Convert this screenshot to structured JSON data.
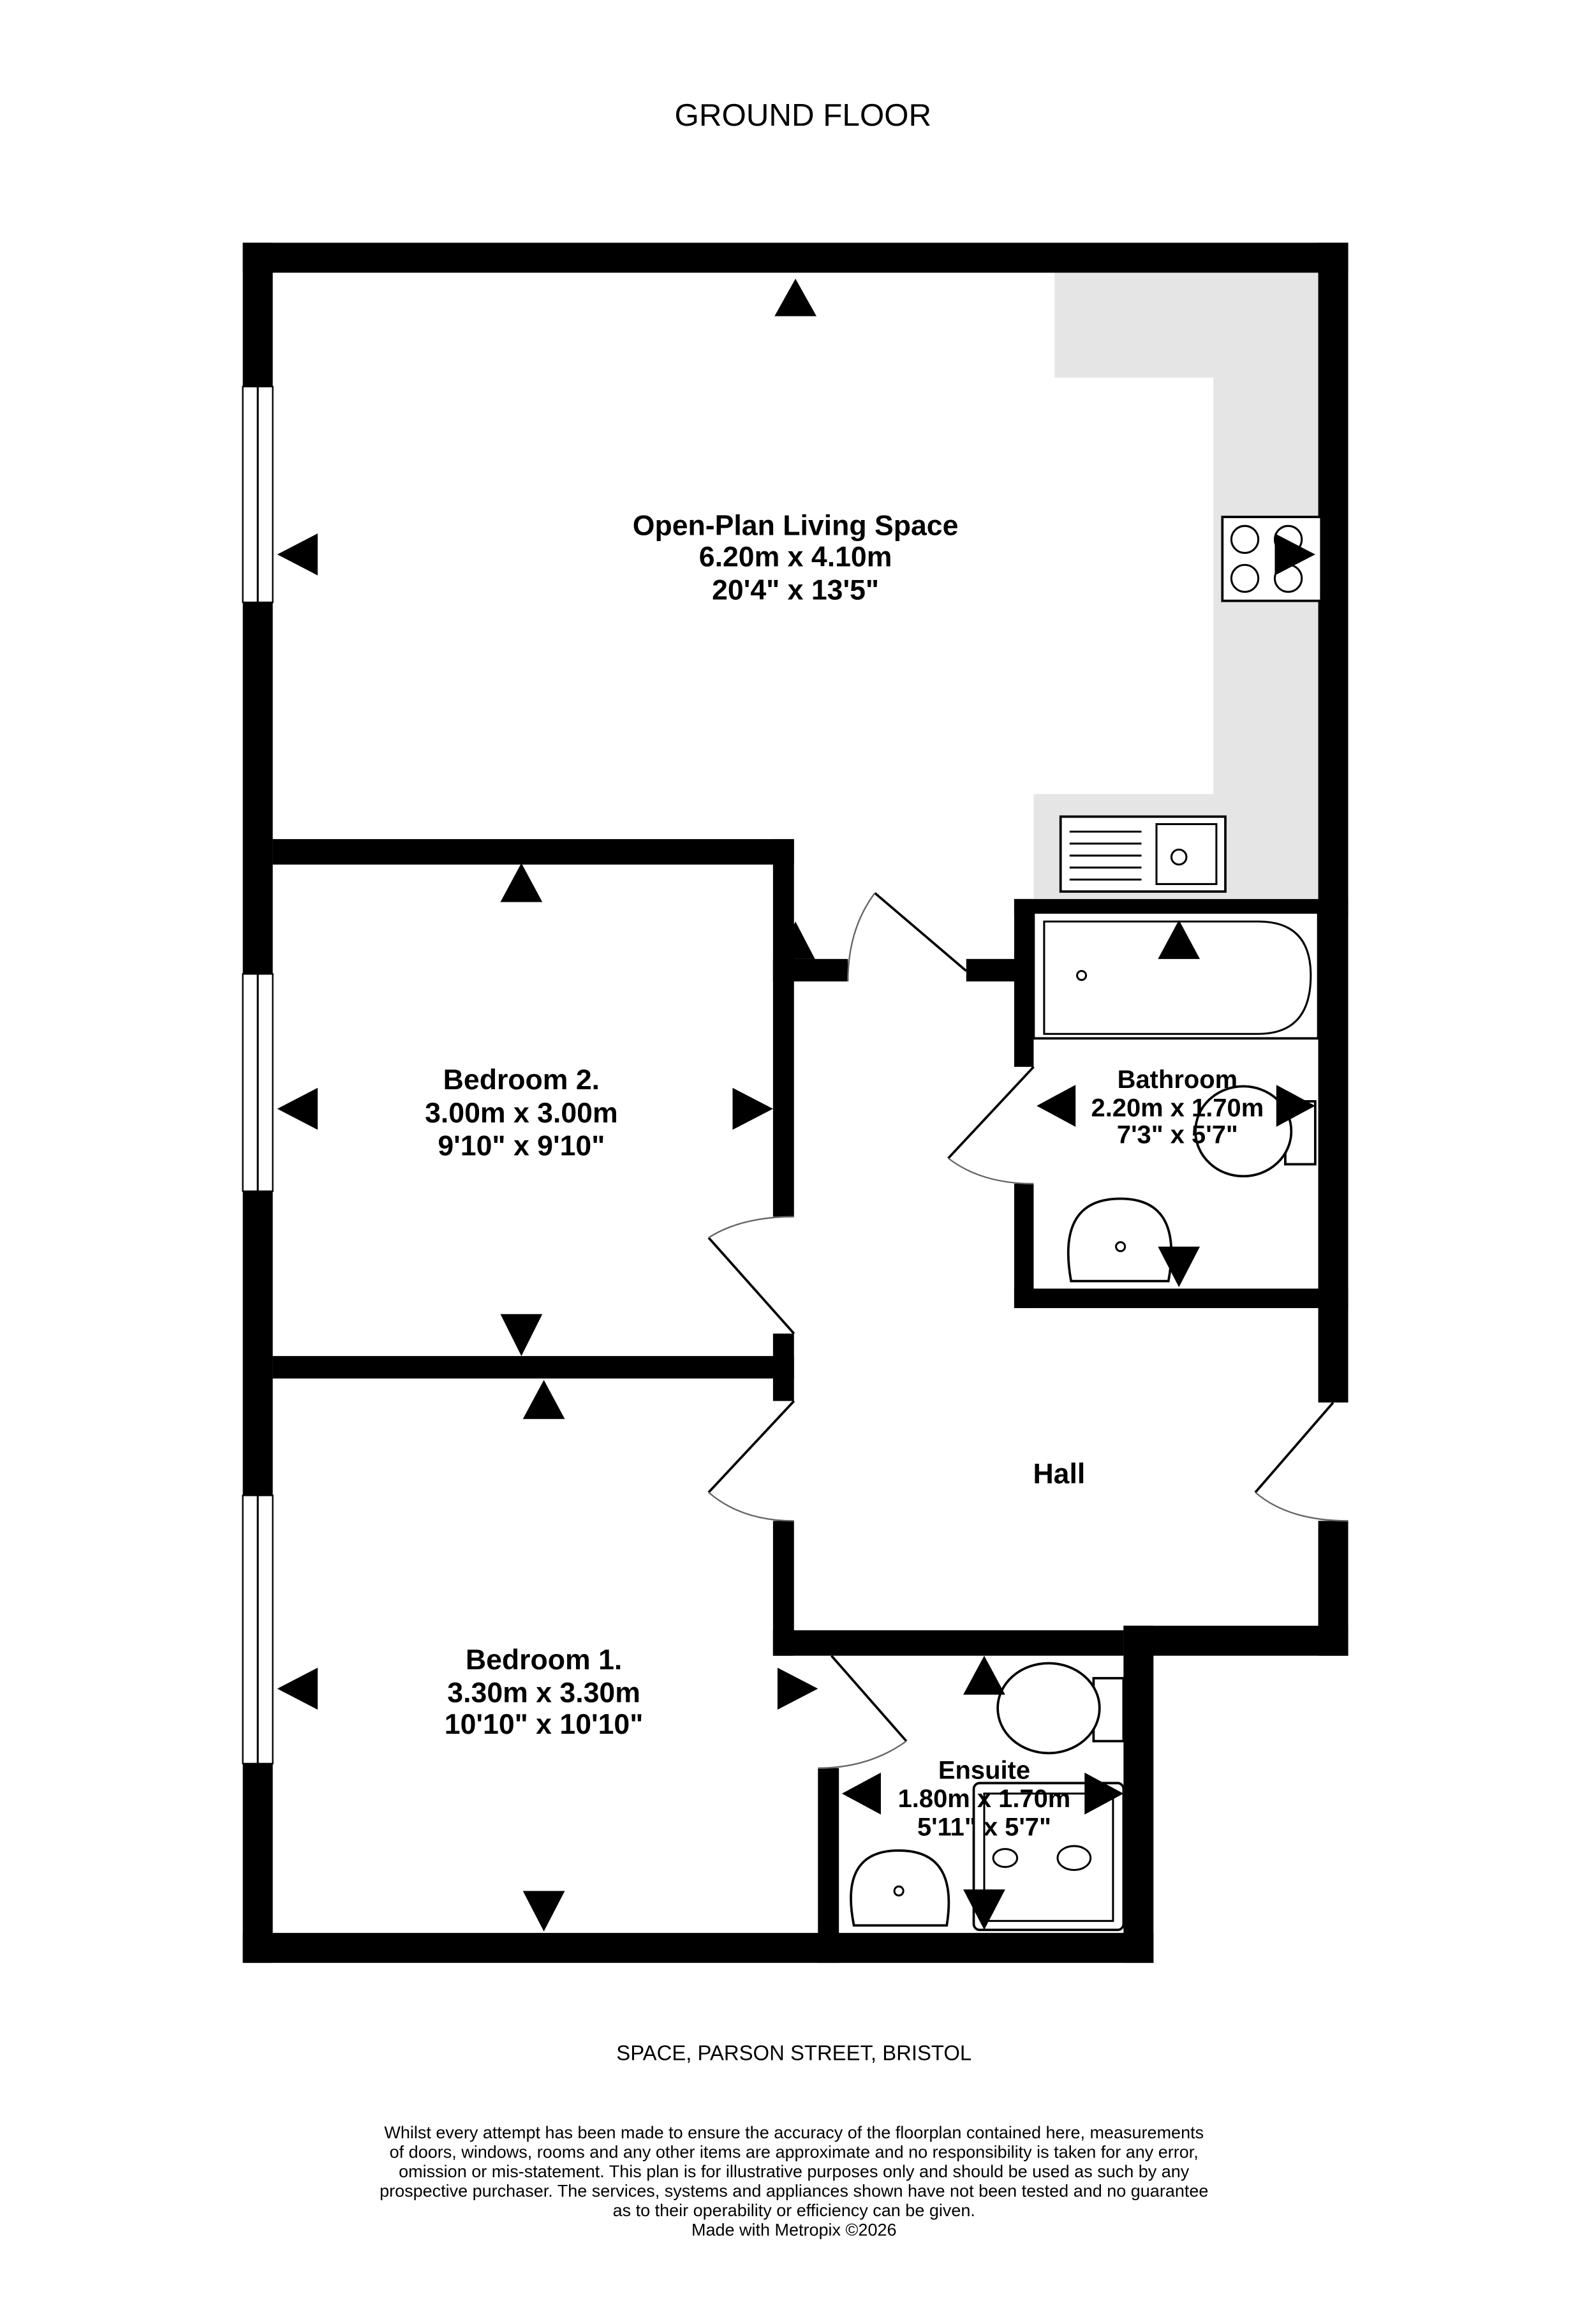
{
  "title": "GROUND FLOOR",
  "rooms": {
    "living": {
      "name": "Open-Plan Living Space",
      "metric": "6.20m  x 4.10m",
      "imperial": "20'4\"  x 13'5\""
    },
    "bedroom2": {
      "name": "Bedroom 2.",
      "metric": "3.00m  x 3.00m",
      "imperial": "9'10\"  x 9'10\""
    },
    "bathroom": {
      "name": "Bathroom",
      "metric": "2.20m  x 1.70m",
      "imperial": "7'3\"  x 5'7\""
    },
    "hall": {
      "name": "Hall"
    },
    "bedroom1": {
      "name": "Bedroom 1.",
      "metric": "3.30m  x 3.30m",
      "imperial": "10'10\"  x 10'10\""
    },
    "ensuite": {
      "name": "Ensuite",
      "metric": "1.80m  x 1.70m",
      "imperial": "5'11\"  x 5'7\""
    }
  },
  "address": "SPACE, PARSON STREET, BRISTOL",
  "disclaimer": [
    "Whilst every attempt has been made to ensure the accuracy of the floorplan contained here, measurements",
    "of doors, windows, rooms and any other items are approximate and no responsibility is taken for any error,",
    "omission or mis-statement. This plan is for illustrative purposes only and should be used as such by any",
    "prospective purchaser. The services, systems and appliances shown have not been tested and no guarantee",
    "as to their operability or efficiency can be given."
  ],
  "credit": "Made with Metropix ©2026",
  "colors": {
    "wall": "#000000",
    "kitchen": "#e5e5e5"
  }
}
